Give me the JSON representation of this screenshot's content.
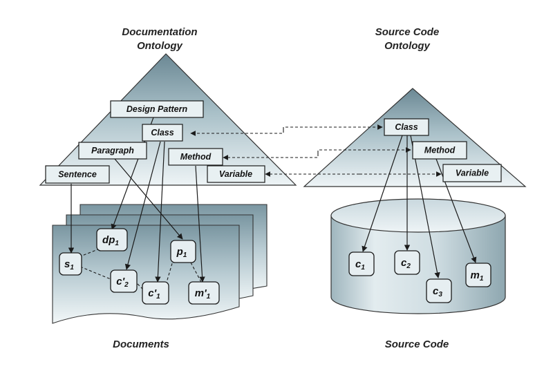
{
  "titles": {
    "doc_ontology_line1": "Documentation",
    "doc_ontology_line2": "Ontology",
    "src_ontology_line1": "Source Code",
    "src_ontology_line2": "Ontology",
    "documents": "Documents",
    "source_code": "Source Code"
  },
  "doc_concepts": {
    "design_pattern": "Design Pattern",
    "class": "Class",
    "paragraph": "Paragraph",
    "method": "Method",
    "sentence": "Sentence",
    "variable": "Variable"
  },
  "src_concepts": {
    "class": "Class",
    "method": "Method",
    "variable": "Variable"
  },
  "doc_instances": {
    "dp1": {
      "base": "dp",
      "sub": "1"
    },
    "s1": {
      "base": "s",
      "sub": "1"
    },
    "p1": {
      "base": "p",
      "sub": "1"
    },
    "c2p": {
      "base": "c'",
      "sub": "2"
    },
    "c1p": {
      "base": "c'",
      "sub": "1"
    },
    "m1p": {
      "base": "m'",
      "sub": "1"
    }
  },
  "src_instances": {
    "c1": {
      "base": "c",
      "sub": "1"
    },
    "c2": {
      "base": "c",
      "sub": "2"
    },
    "c3": {
      "base": "c",
      "sub": "3"
    },
    "m1": {
      "base": "m",
      "sub": "1"
    }
  },
  "colors": {
    "triangle_top": "#6d8a96",
    "triangle_bottom": "#eef4f6",
    "box_fill": "#e8f0f2",
    "line": "#1a1a1a"
  }
}
